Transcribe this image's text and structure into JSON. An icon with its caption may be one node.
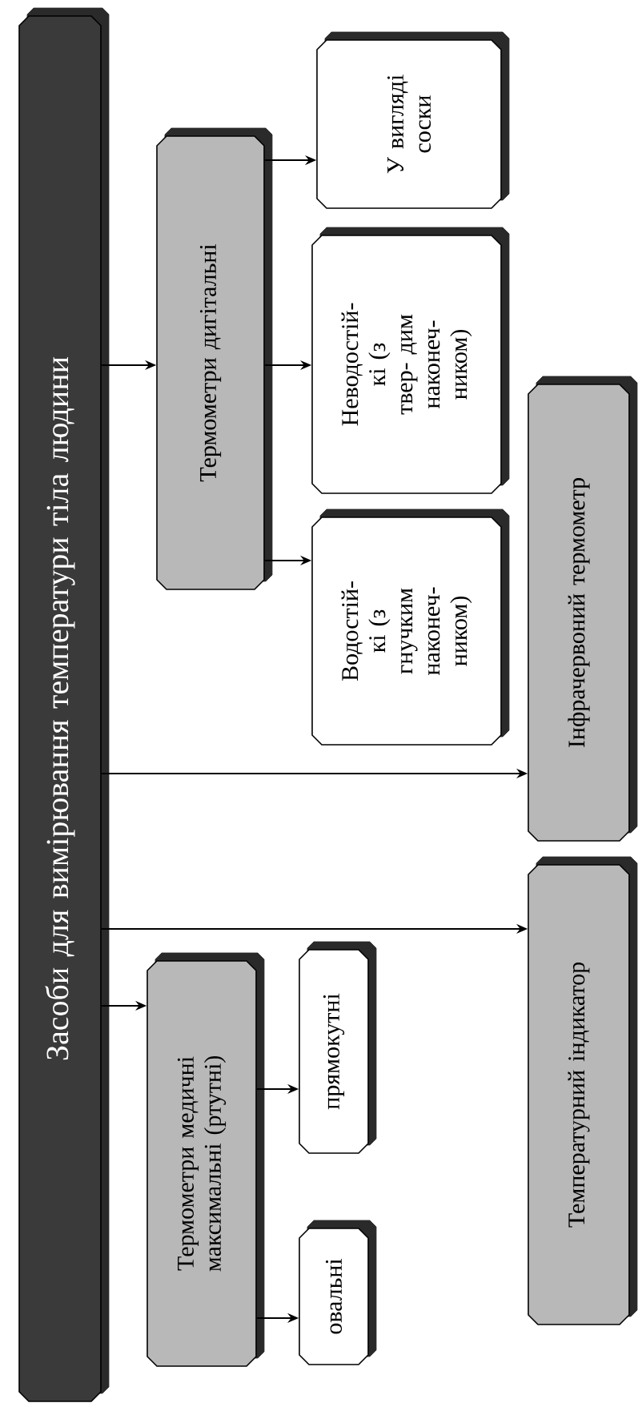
{
  "diagram": {
    "nodes": [
      {
        "text": [
          "Засоби для вимірювання температури тіла людини"
        ]
      },
      {
        "text": [
          "Термометри медичні максимальні (ртутні)"
        ]
      },
      {
        "text": [
          "овальні"
        ]
      },
      {
        "text": [
          "прямокутні"
        ]
      },
      {
        "text": [
          "Температурний індикатор"
        ]
      },
      {
        "text": [
          "Інфрачервоний термометр"
        ]
      },
      {
        "text": [
          "Термометри дигітальні"
        ]
      },
      {
        "text": [
          "Водостій- кі (з гнучким наконеч- ником)"
        ]
      },
      {
        "text": [
          "Неводостій- кі (з твер- дим наконеч- ником)"
        ]
      },
      {
        "text": [
          "У вигляді соски"
        ]
      }
    ],
    "edges": [
      {
        "from": 0,
        "to": 1,
        "arrow": "to"
      },
      {
        "from": 0,
        "to": 6,
        "arrow": "to"
      },
      {
        "from": 0,
        "to": 5,
        "arrow": "to"
      },
      {
        "from": 0,
        "to": 4,
        "arrow": "to"
      },
      {
        "from": 1,
        "to": 2,
        "arrow": "to"
      },
      {
        "from": 1,
        "to": 3,
        "arrow": "to"
      },
      {
        "from": 6,
        "to": 7,
        "arrow": "to"
      },
      {
        "from": 6,
        "to": 8,
        "arrow": "to"
      },
      {
        "from": 6,
        "to": 9,
        "arrow": "to"
      }
    ]
  }
}
